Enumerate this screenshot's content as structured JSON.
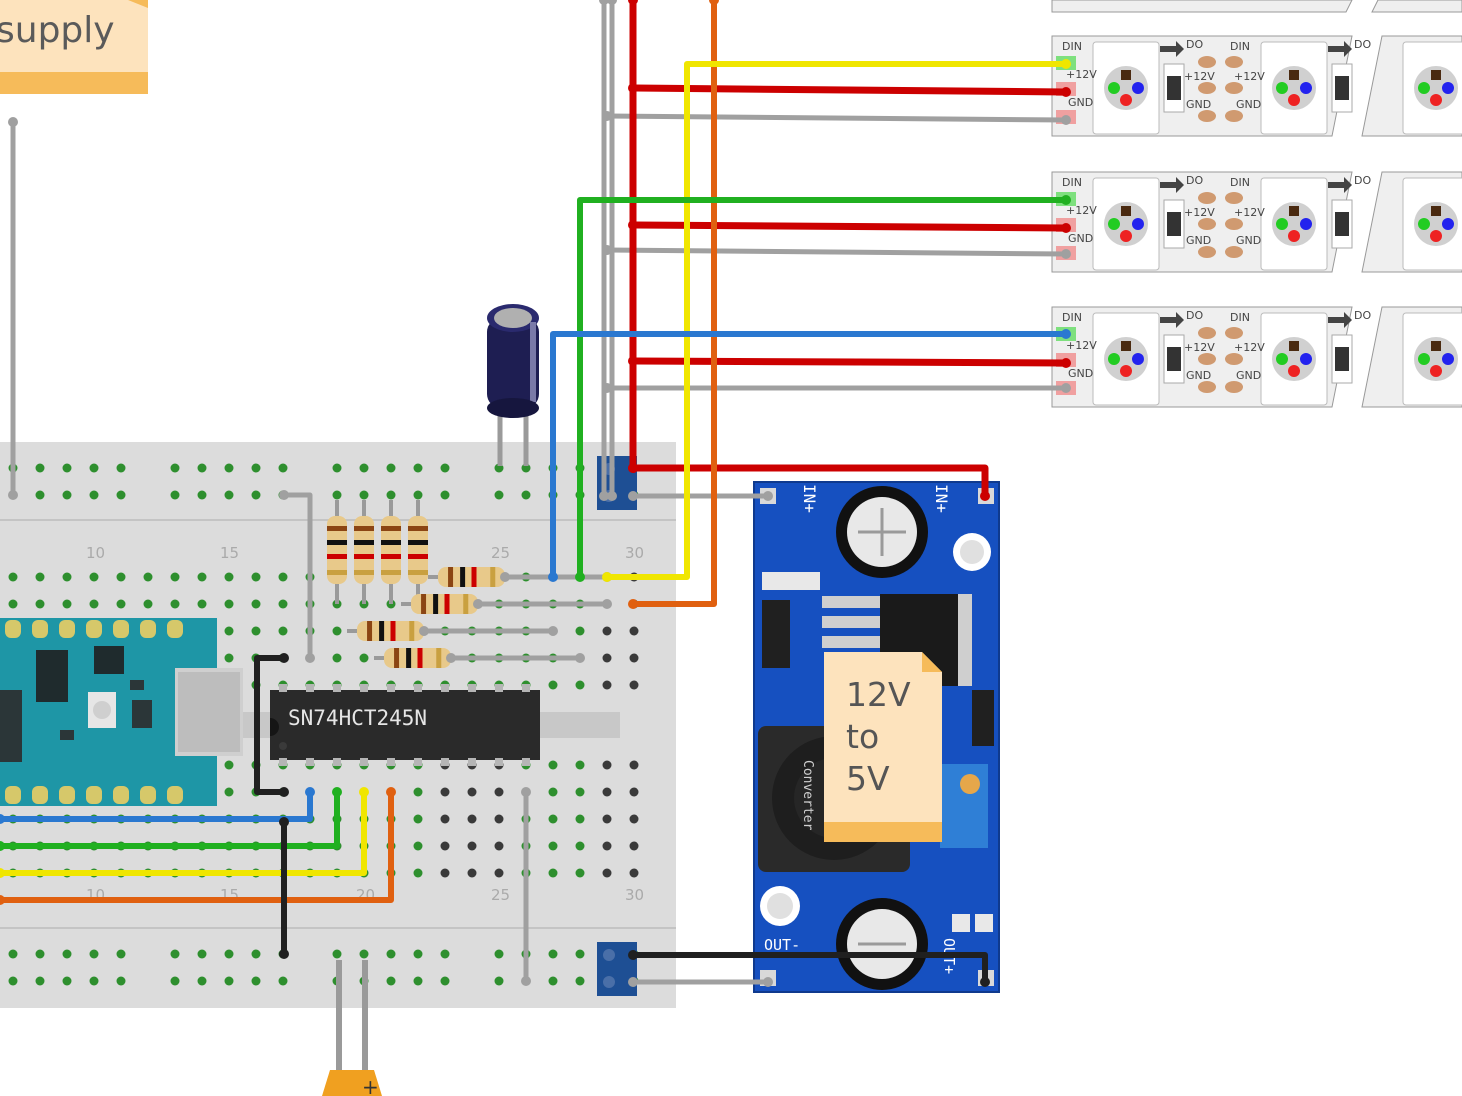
{
  "notes": {
    "supply_note": "supply",
    "converter_note": [
      "12V",
      "to",
      "5V"
    ]
  },
  "breadboard": {
    "column_numbers_top": [
      "10",
      "15",
      "25",
      "30"
    ],
    "column_numbers_bottom": [
      "10",
      "15",
      "20",
      "25",
      "30"
    ]
  },
  "ic": {
    "label": "SN74HCT245N"
  },
  "buck_converter": {
    "in_plus_left": "IN+",
    "in_plus_right": "IN+",
    "out_minus": "OUT-",
    "out_plus": "OUT+",
    "side_label": "Converter"
  },
  "led_strip": {
    "pin_din": "DIN",
    "pin_do": "DO",
    "pin_12v": "+12V",
    "pin_gnd": "GND"
  },
  "capacitor_pin_label": "+",
  "wire_colors": {
    "red": "#cc0000",
    "gray": "#a0a0a0",
    "yellow": "#f0e600",
    "green": "#20b020",
    "blue": "#2a78d0",
    "orange": "#e06010",
    "black": "#202020"
  }
}
